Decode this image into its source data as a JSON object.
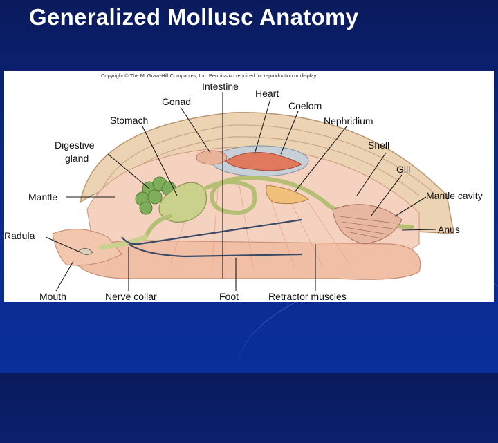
{
  "slide": {
    "title": "Generalized Mollusc Anatomy"
  },
  "figure": {
    "copyright": "Copyright © The McGraw-Hill Companies, Inc. Permission required for reproduction or display.",
    "labels": {
      "intestine": "Intestine",
      "heart": "Heart",
      "gonad": "Gonad",
      "coelom": "Coelom",
      "stomach": "Stomach",
      "nephridium": "Nephridium",
      "digestive_gland_1": "Digestive",
      "digestive_gland_2": "gland",
      "shell": "Shell",
      "gill": "Gill",
      "mantle": "Mantle",
      "mantle_cavity": "Mantle cavity",
      "radula": "Radula",
      "anus": "Anus",
      "mouth": "Mouth",
      "nerve_collar": "Nerve collar",
      "foot": "Foot",
      "retractor_muscles": "Retractor muscles"
    }
  },
  "colors": {
    "background": "#0b2a86",
    "title": "#ffffff",
    "shell": "#e8c9a6",
    "body": "#f2c8b0",
    "gut": "#c9d18c",
    "heart": "#e07a5f",
    "digestive_gland": "#7fae5a"
  }
}
